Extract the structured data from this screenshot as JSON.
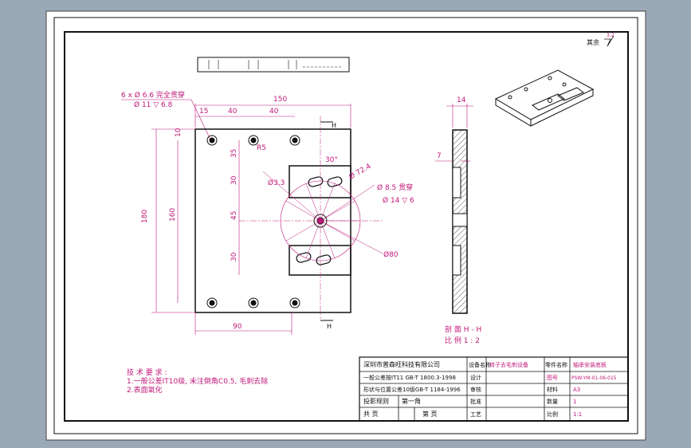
{
  "roughness_note": {
    "label": "其余",
    "value": "3.2"
  },
  "dims": {
    "hole_callout_1": "6 x  Ø 6.6 完全贯穿",
    "hole_callout_2": "Ø 11 ▽ 6.8",
    "d15": "15",
    "d40a": "40",
    "d40b": "40",
    "d150": "150",
    "r5": "R5",
    "d3_3": "Ø3.3",
    "d30_angle": "30°",
    "pcd": "Ø 72.4",
    "thru": "Ø 8.5 贯穿",
    "cbore": "Ø 14 ▽ 6",
    "d80": "Ø80",
    "d10": "10",
    "d35": "35",
    "d30a": "30",
    "d45": "45",
    "d30b": "30",
    "d180": "180",
    "d160": "160",
    "d90": "90",
    "d14": "14",
    "d7": "7",
    "sec_h1": "H",
    "sec_h2": "H"
  },
  "section_label": {
    "line1": "剖 面 H - H",
    "line2": "比 例 1 : 2"
  },
  "tech_req": {
    "title": "技 术 要 求 :",
    "line1": "1.一般公差IT10级, 未注倒角C0.5, 毛刺去除",
    "line2": "2.表面氧化"
  },
  "title_block": {
    "company": "深圳市普森旺科技有限公司",
    "tol1": "一般公差按IT11 GB-T 1800.3-1998",
    "tol2": "形状与位置公差10级GB-T 1184-1996",
    "proj": "投影规则",
    "first_angle": "第一角",
    "total": "共  页",
    "sheet": "第  页",
    "part_name_label": "设备名称",
    "part_name_value": "转子去毛刺设备",
    "drawing_label": "零件名称",
    "drawing_value": "轴承安装底板",
    "design": "设计",
    "check": "审核",
    "approve": "批准",
    "craft": "工艺",
    "drawing_no_label": "图号",
    "drawing_no": "PSW-YM-01-06-015",
    "material_label": "材料",
    "material": "A3",
    "qty_label": "数量",
    "qty": "1",
    "scale_label": "比例",
    "scale": "1:1"
  }
}
